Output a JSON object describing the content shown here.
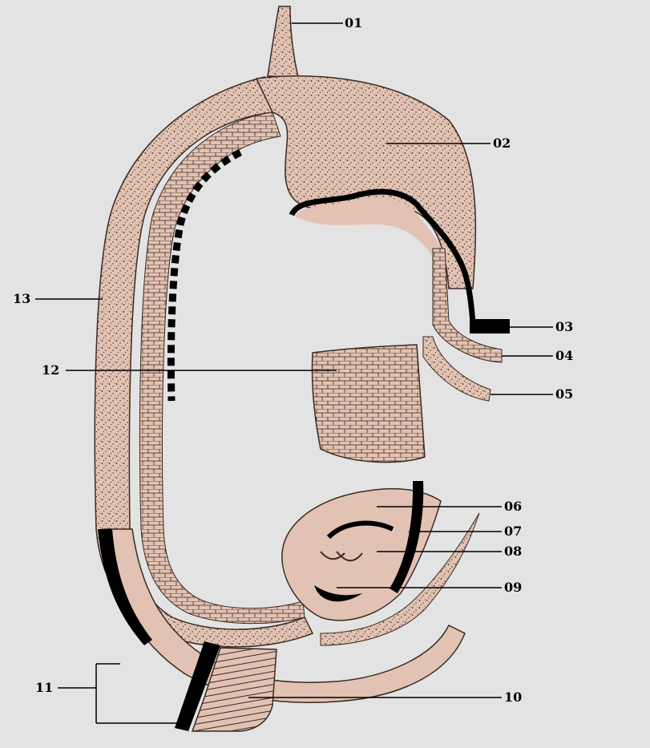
{
  "diagram": {
    "labels": {
      "l01": "01",
      "l02": "02",
      "l03": "03",
      "l04": "04",
      "l05": "05",
      "l06": "06",
      "l07": "07",
      "l08": "08",
      "l09": "09",
      "l10": "10",
      "l11": "11",
      "l12": "12",
      "l13": "13"
    },
    "colors": {
      "background": "#e3e3e3",
      "tissue": "#e2c2b2",
      "stipple": "#3a2a22",
      "dark_band": "#000000",
      "leader_line": "#000000"
    }
  }
}
